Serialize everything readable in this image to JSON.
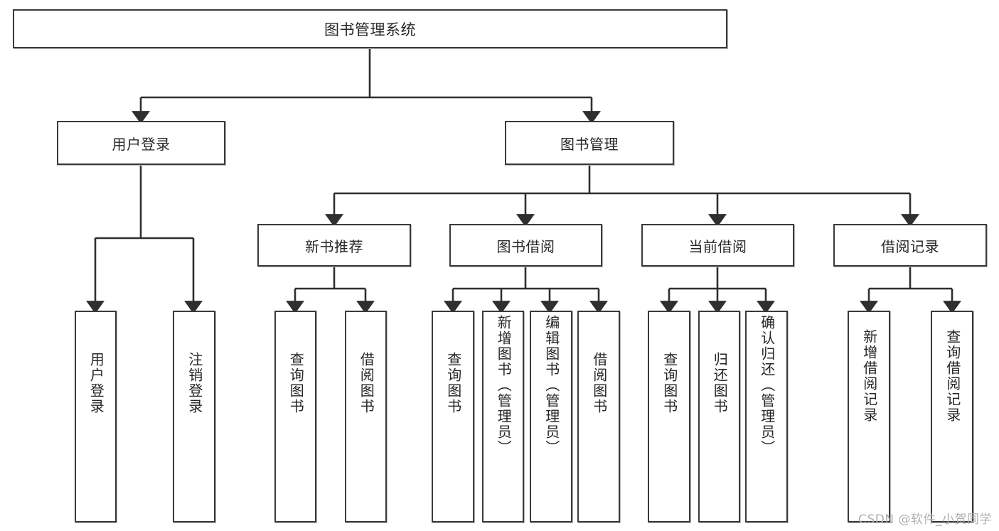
{
  "diagram": {
    "title": "图书管理系统",
    "type": "tree-hierarchy-chart",
    "colors": {
      "box_border": "#3a3a3a",
      "box_fill": "#ffffff",
      "connector": "#2f2f2f",
      "text": "#262626",
      "watermark": "#b0b0b0",
      "background": "#ffffff"
    },
    "root": {
      "label": "图书管理系统"
    },
    "level2": [
      {
        "label": "用户登录"
      },
      {
        "label": "图书管理"
      }
    ],
    "level3": [
      {
        "label": "新书推荐"
      },
      {
        "label": "图书借阅"
      },
      {
        "label": "当前借阅"
      },
      {
        "label": "借阅记录"
      }
    ],
    "leaves": {
      "user_login": [
        {
          "label": "用户登录"
        },
        {
          "label": "注销登录"
        }
      ],
      "new_book_recommend": [
        {
          "label": "查询图书"
        },
        {
          "label": "借阅图书"
        }
      ],
      "book_borrow": [
        {
          "label": "查询图书"
        },
        {
          "label": "新增图书（管理员）"
        },
        {
          "label": "编辑图书（管理员）"
        },
        {
          "label": "借阅图书"
        }
      ],
      "current_borrow": [
        {
          "label": "查询图书"
        },
        {
          "label": "归还图书"
        },
        {
          "label": "确认归还（管理员）"
        }
      ],
      "borrow_record": [
        {
          "label": "新增借阅记录"
        },
        {
          "label": "查询借阅记录"
        }
      ]
    }
  },
  "watermark": {
    "text": "CSDN @软件_小贺同学"
  }
}
